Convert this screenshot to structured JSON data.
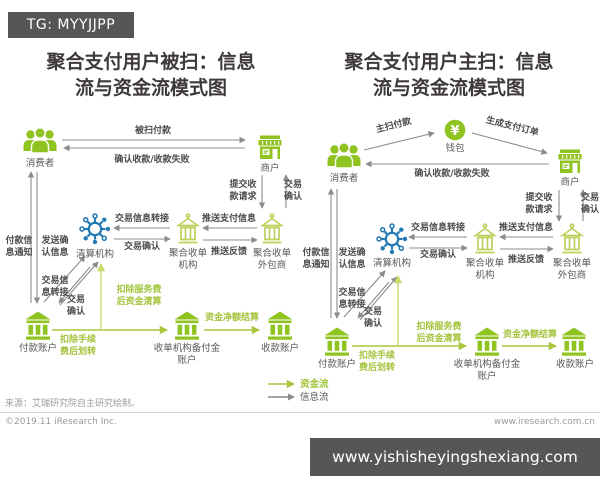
{
  "colors": {
    "brand_green": "#8fc31f",
    "outline_green": "#bdd05c",
    "flow_green": "#a8c73c",
    "flow_green_light": "#c9da6e",
    "hub_blue": "#2478b4",
    "arrow_gray": "#8c8c8c",
    "banner_bg": "#585555",
    "title_text": "#3e3a39",
    "label_text": "#595757"
  },
  "icons": {
    "people-icon": "group-of-three-people",
    "storefront-icon": "shop-with-awning",
    "network-hub-icon": "circle-with-eight-spokes",
    "temple-outline-icon": "outlined-building-with-finial",
    "bank-icon": "classical-bank-solid",
    "wallet-icon": "circle-with-yen-sign"
  },
  "tg_banner": {
    "text": "TG: MYYJJPP"
  },
  "watermark_banner": {
    "text": "www.yishisheyingshexiang.com"
  },
  "legend": {
    "money_flow": "资金流",
    "info_flow": "信息流"
  },
  "footer": {
    "source": "来源：艾瑞研究院自主研究绘制。",
    "copyright": "©2019.11 iResearch Inc.",
    "website": "www.iresearch.com.cn"
  },
  "left": {
    "title": "聚合支付用户被扫：信息\n流与资金流模式图",
    "nodes": {
      "consumer": "消费者",
      "merchant": "商户",
      "clearing": "清算机构",
      "aggregator": "聚合收单\n机构",
      "outsourcer": "聚合收单\n外包商",
      "payer_account": "付款账户",
      "reserve_account": "收单机构备付金\n账户",
      "payee_account": "收款账户"
    },
    "flows": {
      "scanned_payment": "被扫付款",
      "confirm_receipt": "确认收款/收款失败",
      "submit_request": "提交收\n款请求",
      "trade_confirm_merchant": "交易\n确认",
      "info_switch": "交易信息转接",
      "trade_confirm": "交易确认",
      "push_payment_info": "推送支付信息",
      "push_feedback": "推送反馈",
      "payment_notice": "付款信\n息通知",
      "send_confirm": "发送确\n认信息",
      "info_switch_diag": "交易信\n息转接",
      "trade_confirm_diag": "交易\n确认",
      "fee_transfer": "扣除手续\n费后划转",
      "service_fee_clearing": "扣除服务费\n后资金清算",
      "net_settlement": "资金净额结算"
    }
  },
  "right": {
    "title": "聚合支付用户主扫：信息\n流与资金流模式图",
    "nodes": {
      "consumer": "消费者",
      "wallet": "钱包",
      "merchant": "商户",
      "clearing": "清算机构",
      "aggregator": "聚合收单\n机构",
      "outsourcer": "聚合收单\n外包商",
      "payer_account": "付款账户",
      "reserve_account": "收单机构备付金\n账户",
      "payee_account": "收款账户"
    },
    "flows": {
      "active_scan": "主扫付款",
      "generate_order": "生成支付订单",
      "confirm_receipt": "确认收款/收款失败",
      "submit_request": "提交收\n款请求",
      "trade_confirm_merchant": "交易\n确认",
      "info_switch": "交易信息转接",
      "trade_confirm": "交易确认",
      "push_payment_info": "推送支付信息",
      "push_feedback": "推送反馈",
      "payment_notice": "付款信\n息通知",
      "send_confirm": "发送确\n认信息",
      "info_switch_diag": "交易信\n息转接",
      "trade_confirm_diag": "交易\n确认",
      "fee_transfer": "扣除手续\n费后划转",
      "service_fee_clearing": "扣除服务费\n后资金清算",
      "net_settlement": "资金净额结算"
    }
  }
}
